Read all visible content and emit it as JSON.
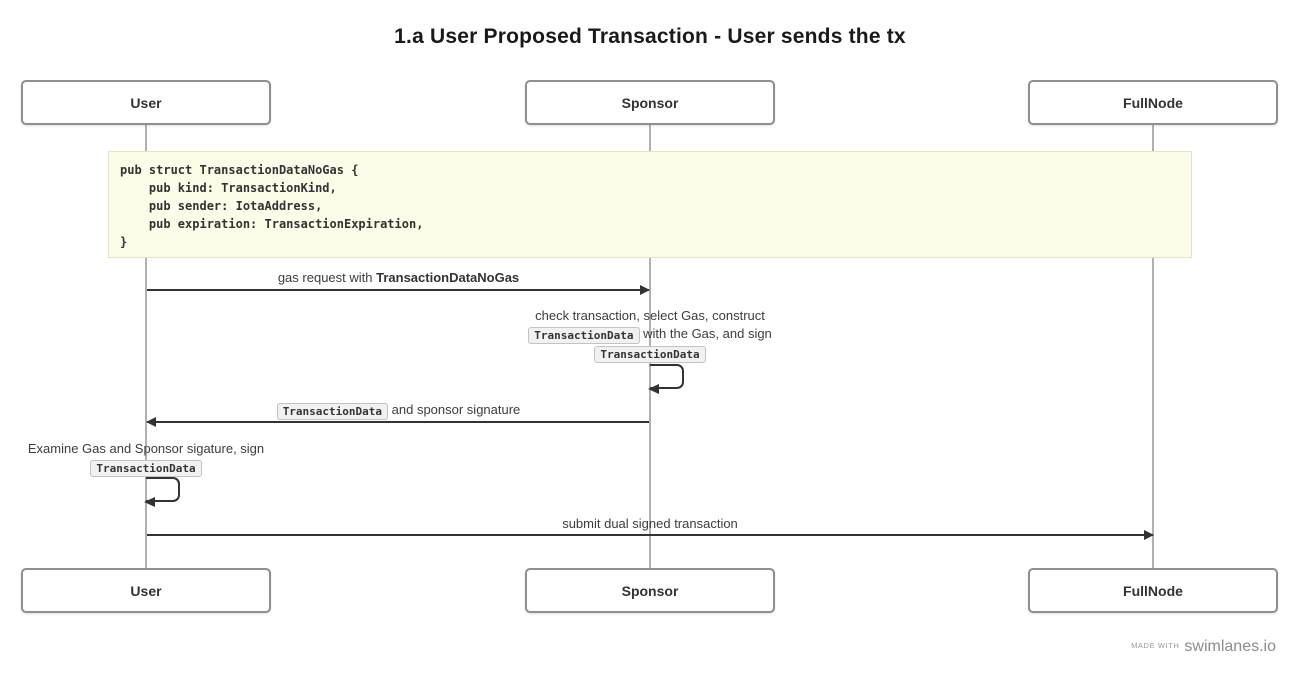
{
  "title": "1.a User Proposed Transaction - User sends the tx",
  "actors": [
    "User",
    "Sponsor",
    "FullNode"
  ],
  "note": {
    "code_lines": [
      "pub struct TransactionDataNoGas {",
      "    pub kind: TransactionKind,",
      "    pub sender: IotaAddress,",
      "    pub expiration: TransactionExpiration,",
      "}"
    ]
  },
  "messages": {
    "gas_request": {
      "text": "gas request with ",
      "bold": "TransactionDataNoGas"
    },
    "sponsor_self": {
      "line1": "check transaction, select Gas, construct",
      "chip1": "TransactionData",
      "line2": " with the Gas, and sign",
      "chip2": "TransactionData"
    },
    "sponsor_return": {
      "chip": "TransactionData",
      "text": " and sponsor signature"
    },
    "user_self": {
      "line1": "Examine Gas and Sponsor sigature, sign",
      "chip": "TransactionData"
    },
    "submit": {
      "text": "submit dual signed transaction"
    }
  },
  "footer": {
    "made_with": "MADE WITH",
    "brand": "swimlanes.io"
  },
  "colors": {
    "note_background": "#fdfce9",
    "note_border": "#e6e3c8",
    "arrow": "#333333",
    "lifeline": "#b1b1b1",
    "actor_border": "#8f8f8f",
    "chip_background": "#f1f1f1",
    "chip_border": "#c3c3c3",
    "label_text": "#3d3d3d",
    "footer_text": "#8c8c8c"
  }
}
